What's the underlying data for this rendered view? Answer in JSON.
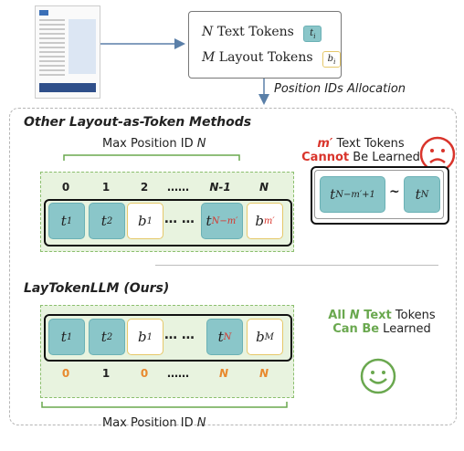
{
  "header": {
    "text_tokens": {
      "var": "N",
      "label": " Text Tokens",
      "chip": "t"
    },
    "layout_tokens": {
      "var": "M",
      "label": " Layout Tokens",
      "chip": "b"
    },
    "chip_sub": "i",
    "position_label": "Position IDs Allocation"
  },
  "other": {
    "title": "Other Layout-as-Token Methods",
    "max_pos": "Max Position ID ",
    "max_var": "N",
    "indices": [
      "0",
      "1",
      "2",
      "……",
      "N-1",
      "N"
    ],
    "tokens": [
      {
        "base": "t",
        "sub": "1"
      },
      {
        "base": "t",
        "sub": "2"
      },
      {
        "base": "b",
        "sub": "1"
      },
      {
        "base": "t",
        "sub": "N−m′"
      },
      {
        "base": "b",
        "sub": "m′"
      }
    ],
    "dots": "…  …",
    "note_var": "m′",
    "note_line1": " Text Tokens",
    "note_cannot": "Cannot",
    "note_line2": " Be Learned",
    "unlearned": [
      {
        "base": "t",
        "sub": "N−m′+1"
      },
      {
        "base": "t",
        "sub": "N"
      }
    ],
    "tilde": "~"
  },
  "ours": {
    "title": "LayTokenLLM (Ours)",
    "tokens": [
      {
        "base": "t",
        "sub": "1"
      },
      {
        "base": "t",
        "sub": "2"
      },
      {
        "base": "b",
        "sub": "1"
      },
      {
        "base": "t",
        "sub": "N"
      },
      {
        "base": "b",
        "sub": "M"
      }
    ],
    "dots": "…  …",
    "indices": [
      "0",
      "1",
      "0",
      "……",
      "N",
      "N"
    ],
    "note_all": "All ",
    "note_var": "N",
    "note_text": " Text",
    "note_tokens": " Tokens",
    "note_can": "Can Be",
    "note_learned": " Learned",
    "max_pos": "Max Position ID ",
    "max_var": "N"
  },
  "colors": {
    "teal": "#8ac6c9",
    "yellow_border": "#e6c86a",
    "red": "#d9342b",
    "orange": "#e8892e",
    "green": "#6aa84f"
  }
}
